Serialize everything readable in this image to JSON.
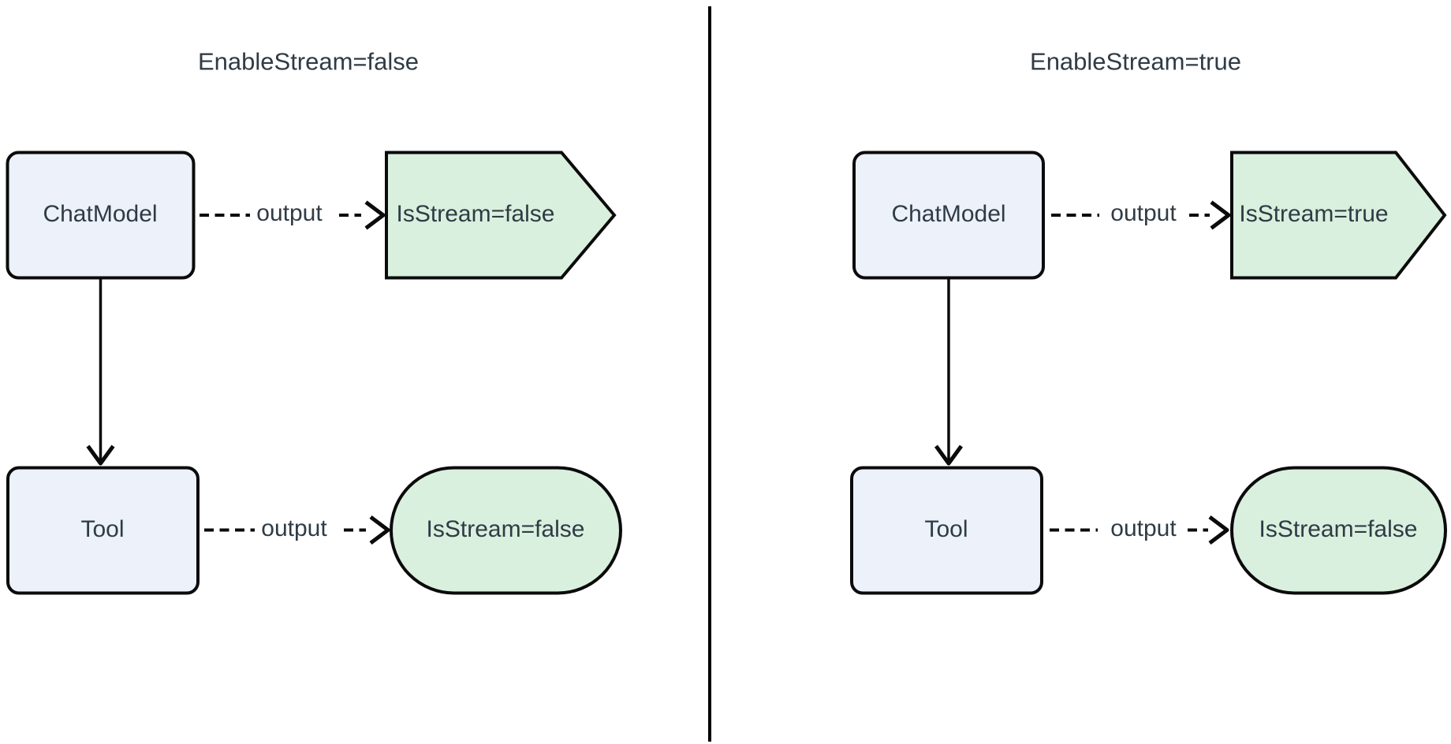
{
  "colors": {
    "node_fill": "#ECF1FA",
    "result_fill": "#DAF0DE",
    "shape_stroke": "#0B0B0B",
    "text": "#2F3B45",
    "divider": "#000000"
  },
  "panels": [
    {
      "title": "EnableStream=false",
      "chat_model_label": "ChatModel",
      "tool_label": "Tool",
      "chat_edge_label": "output",
      "tool_edge_label": "output",
      "chat_result_label": "IsStream=false",
      "tool_result_label": "IsStream=false"
    },
    {
      "title": "EnableStream=true",
      "chat_model_label": "ChatModel",
      "tool_label": "Tool",
      "chat_edge_label": "output",
      "tool_edge_label": "output",
      "chat_result_label": "IsStream=true",
      "tool_result_label": "IsStream=false"
    }
  ]
}
